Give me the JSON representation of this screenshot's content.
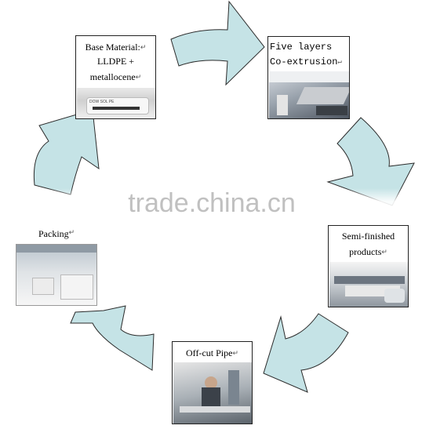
{
  "steps": [
    {
      "lines": [
        "Base Material:",
        "LLDPE +",
        "metallocene"
      ]
    },
    {
      "lines": [
        "Five layers",
        "Co-extrusion"
      ]
    },
    {
      "lines": [
        "Semi-finished",
        "products"
      ]
    },
    {
      "lines": [
        "Off-cut Pipe"
      ]
    },
    {
      "lines": [
        "Packing"
      ]
    }
  ],
  "photo_text": "DOW  SOL  PE",
  "watermark": "trade.china.cn",
  "return_mark": "↵",
  "colors": {
    "arrow_fill": "#c5e3e6",
    "arrow_stroke": "#2b2b2b",
    "box_border": "#222222"
  }
}
